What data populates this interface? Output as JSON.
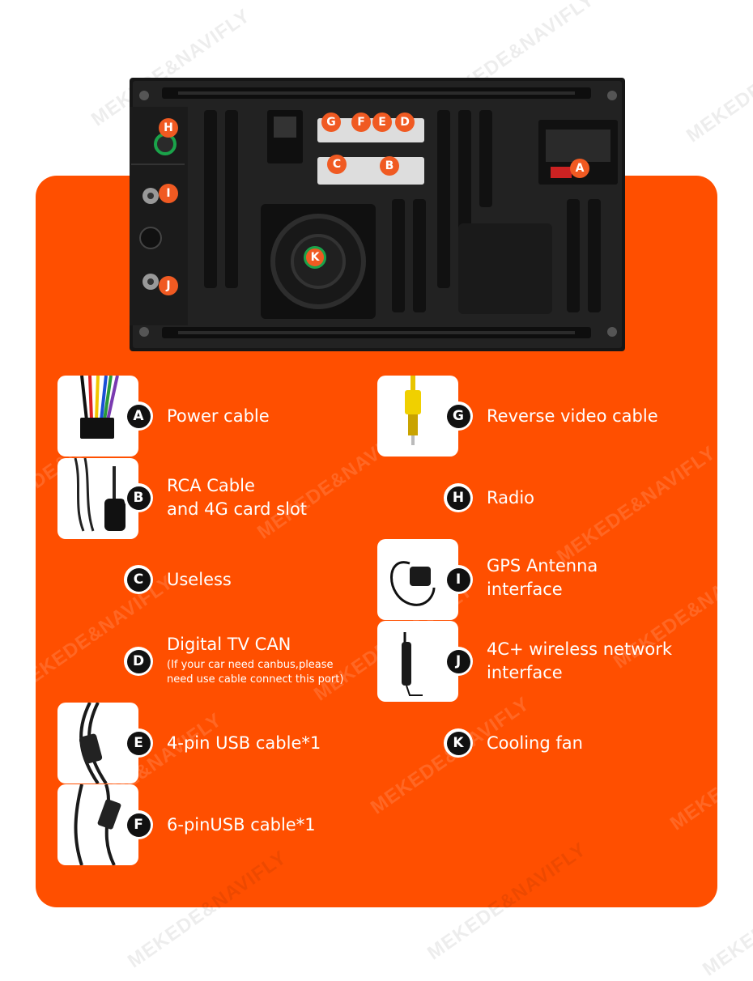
{
  "watermark": "MEKEDE&NAVIFLY",
  "unit_markers": [
    "A",
    "B",
    "C",
    "D",
    "E",
    "F",
    "G",
    "H",
    "I",
    "J",
    "K"
  ],
  "items": [
    {
      "letter": "A",
      "label": "Power cable",
      "sub": "",
      "image": "power-harness"
    },
    {
      "letter": "B",
      "label": "RCA Cable",
      "label2": "and 4G card slot",
      "sub": "",
      "image": "rca-cable"
    },
    {
      "letter": "C",
      "label": "Useless",
      "sub": ""
    },
    {
      "letter": "D",
      "label": "Digital TV CAN",
      "sub": "(If your car need canbus,please",
      "sub2": "need use cable connect this port)"
    },
    {
      "letter": "E",
      "label": "4-pin USB cable*1",
      "sub": "",
      "image": "usb-cable-4pin"
    },
    {
      "letter": "F",
      "label": "6-pinUSB cable*1",
      "sub": "",
      "image": "usb-cable-6pin"
    },
    {
      "letter": "G",
      "label": "Reverse video cable",
      "sub": "",
      "image": "rca-yellow"
    },
    {
      "letter": "H",
      "label": "Radio",
      "sub": ""
    },
    {
      "letter": "I",
      "label": "GPS Antenna",
      "label2": "interface",
      "sub": "",
      "image": "gps-antenna"
    },
    {
      "letter": "J",
      "label": "4C+ wireless network",
      "label2": "interface",
      "sub": "",
      "image": "4g-antenna"
    },
    {
      "letter": "K",
      "label": "Cooling fan",
      "sub": ""
    }
  ],
  "colors": {
    "panel": "#ff4f00",
    "marker": "#f05a22",
    "fan_ring": "#1aa34a"
  }
}
